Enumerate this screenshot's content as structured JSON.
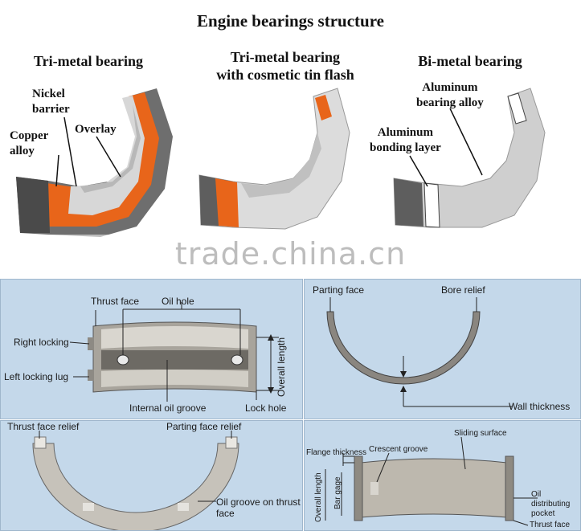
{
  "title": "Engine bearings structure",
  "top": {
    "col1": {
      "heading": "Tri-metal bearing",
      "nickel": "Nickel\nbarrier",
      "copper": "Copper\nalloy",
      "overlay": "Overlay"
    },
    "col2": {
      "heading": "Tri-metal bearing\nwith cosmetic tin flash"
    },
    "col3": {
      "heading": "Bi-metal bearing",
      "al_alloy": "Aluminum\nbearing alloy",
      "al_bond": "Aluminum\nbonding layer"
    }
  },
  "watermark": "trade.china.cn",
  "panel1": {
    "thrust_face": "Thrust face",
    "oil_hole": "Oil hole",
    "right_locking": "Right locking",
    "left_locking_lug": "Left locking lug",
    "internal_oil_groove": "Internal oil groove",
    "lock_hole": "Lock hole",
    "overall_length": "Overall length"
  },
  "panel2": {
    "parting_face": "Parting face",
    "bore_relief": "Bore relief",
    "wall_thickness": "Wall thickness"
  },
  "panel3": {
    "thrust_face_relief": "Thrust face relief",
    "parting_face_relief": "Parting face relief",
    "oil_groove": "Oil groove on thrust\nface"
  },
  "panel4": {
    "flange_thickness": "Flange thickness",
    "crescent_groove": "Crescent groove",
    "sliding_surface": "Sliding surface",
    "overall_length": "Overall length",
    "bar_gage": "Bar gage",
    "oil_distributing_pocket": "Oil distributing\npocket",
    "thrust_face": "Thrust face"
  },
  "colors": {
    "orange": "#e8651a",
    "steel": "#7a7a7a",
    "panel_bg": "#c4d8ea"
  }
}
